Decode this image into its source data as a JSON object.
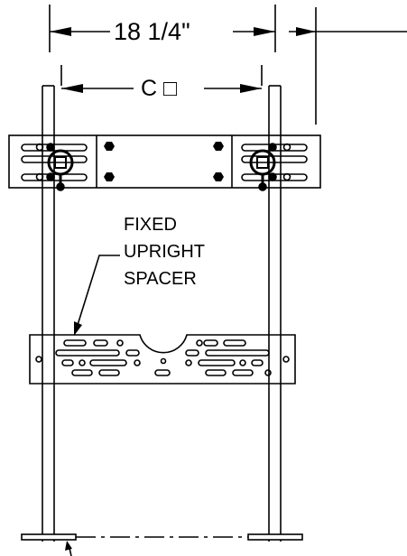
{
  "dimensions": {
    "overall_width": "18 1/4\"",
    "center_label": "C □"
  },
  "callout": {
    "line1": "FIXED",
    "line2": "UPRIGHT",
    "line3": "SPACER"
  }
}
